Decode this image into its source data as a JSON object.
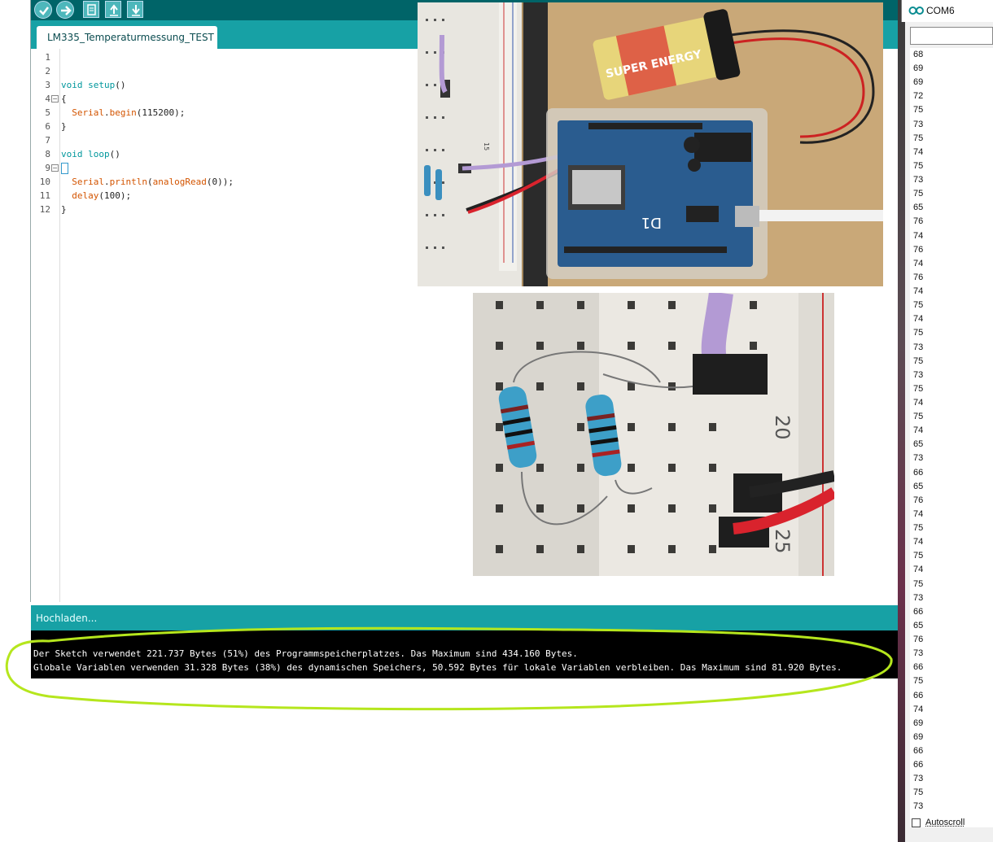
{
  "toolbar": {
    "verify_icon": "check-icon",
    "upload_icon": "arrow-right-icon",
    "new_icon": "document-icon",
    "open_icon": "arrow-up-icon",
    "save_icon": "arrow-down-icon"
  },
  "tab": {
    "label": "LM335_Temperaturmessung_TEST"
  },
  "editor": {
    "line_numbers": [
      "1",
      "2",
      "3",
      "4",
      "5",
      "6",
      "7",
      "8",
      "9",
      "10",
      "11",
      "12"
    ],
    "lines": [
      "",
      "",
      "void setup()",
      "{",
      "  Serial.begin(115200);",
      "}",
      "",
      "void loop()",
      "",
      "  Serial.println(analogRead(0));",
      "  delay(100);",
      "}"
    ],
    "fold_markers": [
      "4",
      "9"
    ]
  },
  "status": {
    "text": "Hochladen..."
  },
  "console": {
    "line1": "Der Sketch verwendet 221.737 Bytes (51%) des Programmspeicherplatzes. Das Maximum sind 434.160 Bytes.",
    "line2": "Globale Variablen verwenden 31.328 Bytes (38%) des dynamischen Speichers, 50.592 Bytes für lokale Variablen verbleiben. Das Maximum sind 81.920 Bytes."
  },
  "photos": {
    "battery_label": "SUPER ENERGY",
    "board_label": "D1",
    "breadboard_row_20": "20",
    "breadboard_row_25": "25",
    "breadboard_row_15": "15"
  },
  "serial_monitor": {
    "title": "COM6",
    "autoscroll_label": "Autoscroll",
    "values": [
      "68",
      "69",
      "69",
      "72",
      "75",
      "73",
      "75",
      "74",
      "75",
      "73",
      "75",
      "65",
      "76",
      "74",
      "76",
      "74",
      "76",
      "74",
      "75",
      "74",
      "75",
      "73",
      "75",
      "73",
      "75",
      "74",
      "75",
      "74",
      "65",
      "73",
      "66",
      "65",
      "76",
      "74",
      "75",
      "74",
      "75",
      "74",
      "75",
      "73",
      "66",
      "65",
      "76",
      "73",
      "66",
      "75",
      "66",
      "74",
      "69",
      "69",
      "66",
      "66",
      "73",
      "75",
      "73"
    ]
  },
  "colors": {
    "toolbar_bg": "#006468",
    "tab_bar_bg": "#17a1a5",
    "console_bg": "#000000",
    "highlight_ellipse": "#b5e61d"
  }
}
